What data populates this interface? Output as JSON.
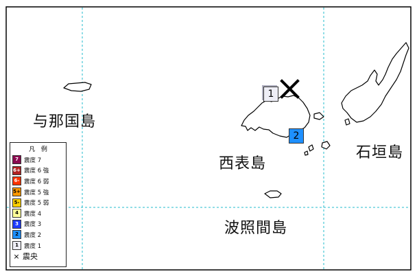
{
  "map": {
    "places": [
      {
        "id": "yonaguni",
        "label": "与那国島"
      },
      {
        "id": "iriomote",
        "label": "西表島"
      },
      {
        "id": "ishigaki",
        "label": "石垣島"
      },
      {
        "id": "hateruma",
        "label": "波照間島"
      }
    ],
    "markers": [
      {
        "id": "intensity-1-marker",
        "label": "1",
        "color": "#eeeef6",
        "text_color": "#000000"
      },
      {
        "id": "intensity-2-marker",
        "label": "2",
        "color": "#1e90ff",
        "text_color": "#000000"
      }
    ],
    "epicenter_symbol": "✕"
  },
  "legend": {
    "title": "凡 例",
    "items": [
      {
        "badge": "7",
        "label": "震度 7",
        "color": "#8b0a50",
        "text_color": "#ffffff"
      },
      {
        "badge": "6+",
        "label": "震度 6 強",
        "color": "#b22222",
        "text_color": "#ffffff"
      },
      {
        "badge": "6-",
        "label": "震度 6 弱",
        "color": "#ff3300",
        "text_color": "#ffffff"
      },
      {
        "badge": "5+",
        "label": "震度 5 強",
        "color": "#ff9900",
        "text_color": "#000000"
      },
      {
        "badge": "5-",
        "label": "震度 5 弱",
        "color": "#ffd000",
        "text_color": "#000000"
      },
      {
        "badge": "4",
        "label": "震度 4",
        "color": "#ffff99",
        "text_color": "#000000"
      },
      {
        "badge": "3",
        "label": "震度 3",
        "color": "#1e3cff",
        "text_color": "#ffffff"
      },
      {
        "badge": "2",
        "label": "震度 2",
        "color": "#1e90ff",
        "text_color": "#000000"
      },
      {
        "badge": "1",
        "label": "震度 1",
        "color": "#eeeef6",
        "text_color": "#000000"
      }
    ],
    "epicenter": {
      "symbol": "×",
      "label": "震央"
    }
  }
}
